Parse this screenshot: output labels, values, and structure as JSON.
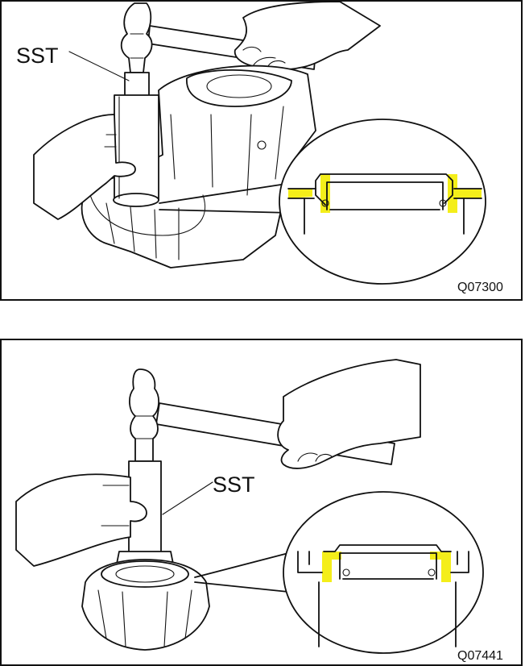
{
  "figures": [
    {
      "callout": "SST",
      "code": "Q07300"
    },
    {
      "callout": "SST",
      "code": "Q07441"
    }
  ],
  "colors": {
    "highlight": "#f4ee1a",
    "ink": "#111111"
  }
}
